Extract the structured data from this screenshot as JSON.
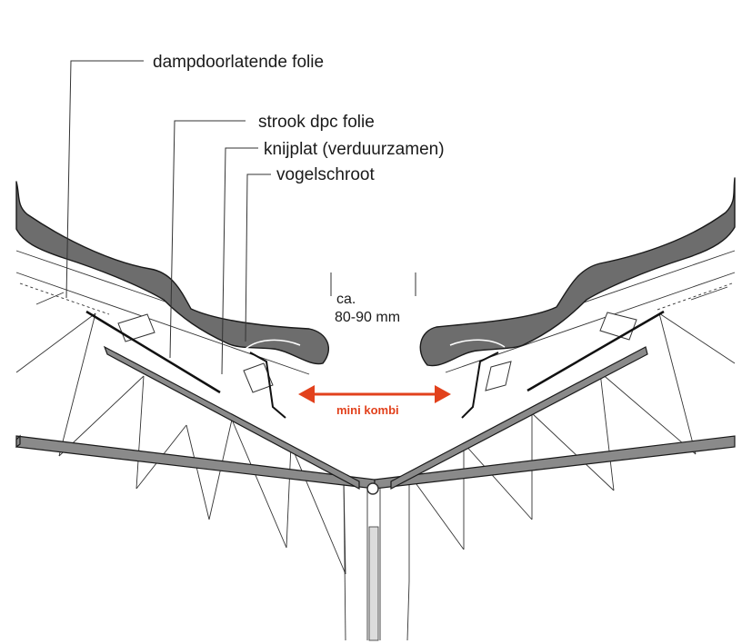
{
  "labels": {
    "vapour_membrane": "dampdoorlatende folie",
    "dpc_strip": "strook dpc folie",
    "clamp_plate": "knijplat (verduurzamen)",
    "bird_guard": "vogelschroot"
  },
  "dimension": {
    "line1": "ca.",
    "line2": "80-90 mm"
  },
  "arrow": {
    "label": "mini kombi",
    "color": "#e2411c"
  },
  "colors": {
    "tile": "#6d6d6d",
    "roof_deck": "#8a8a8a",
    "lines": "#333333"
  }
}
